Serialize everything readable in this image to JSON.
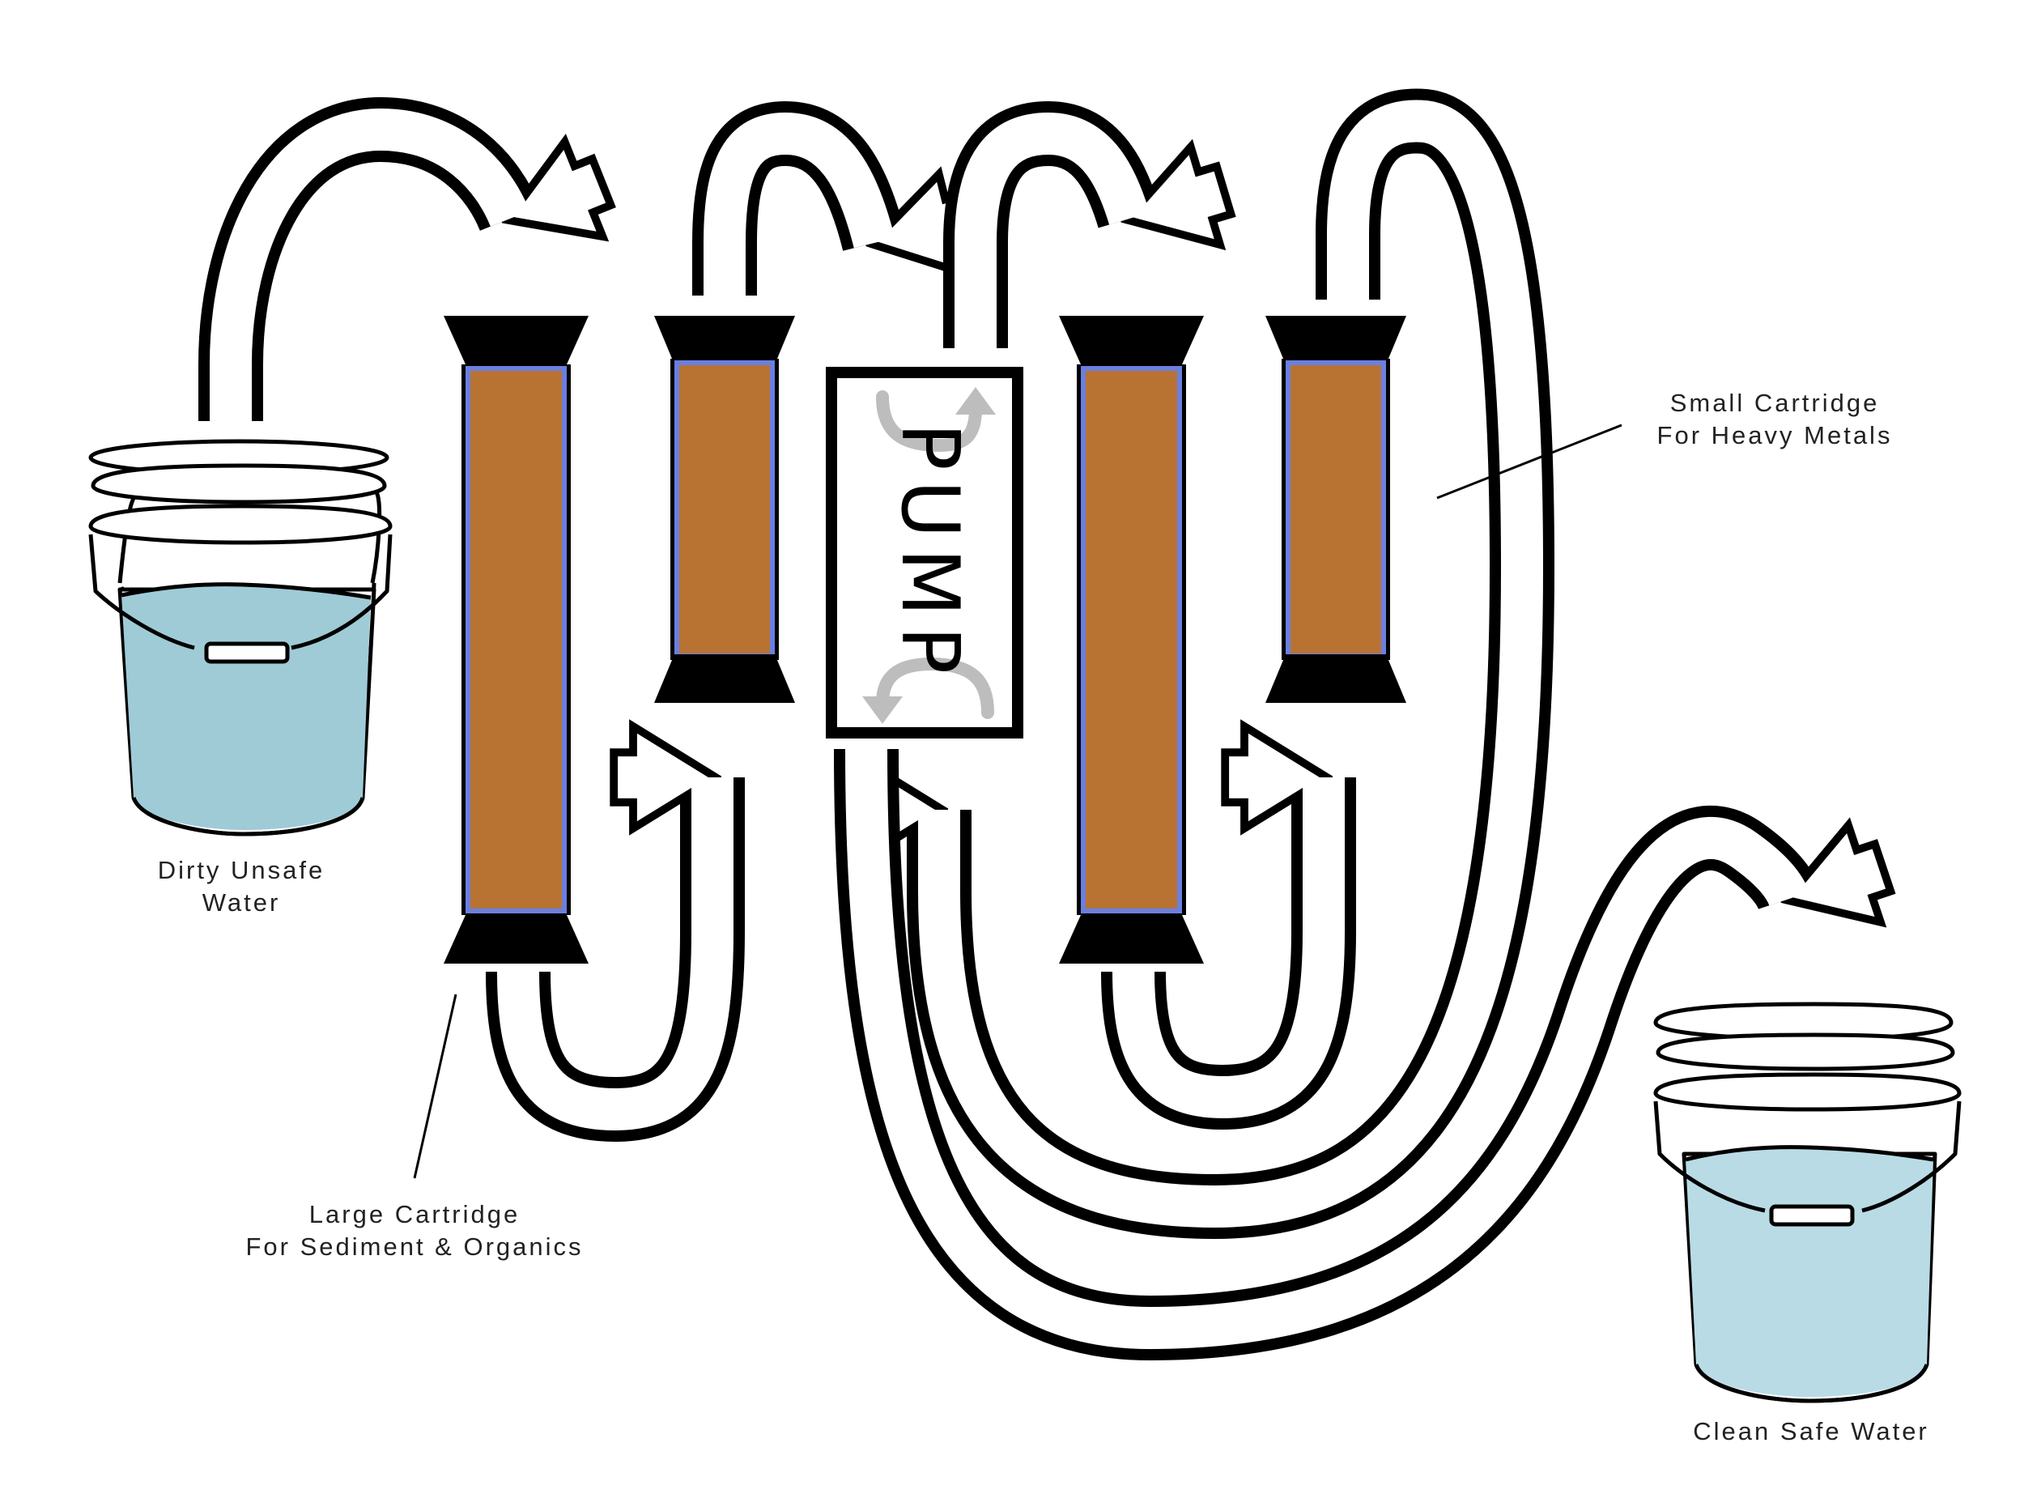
{
  "labels": {
    "dirty_line1": "Dirty Unsafe",
    "dirty_line2": "Water",
    "large_line1": "Large Cartridge",
    "large_line2": "For Sediment & Organics",
    "small_line1": "Small Cartridge",
    "small_line2": "For Heavy Metals",
    "clean": "Clean Safe Water",
    "pump": "PUMP"
  },
  "colors": {
    "stroke": "#000000",
    "filter_media": "#b87333",
    "filter_border": "#6b7fe0",
    "dirty_water": "#9fcbd6",
    "clean_water": "#b9dbe6",
    "pump_arrows": "#bdbdbd"
  },
  "icons": [
    "bucket-icon",
    "filter-cartridge-icon",
    "hose-arrow-icon",
    "pump-box-icon"
  ]
}
